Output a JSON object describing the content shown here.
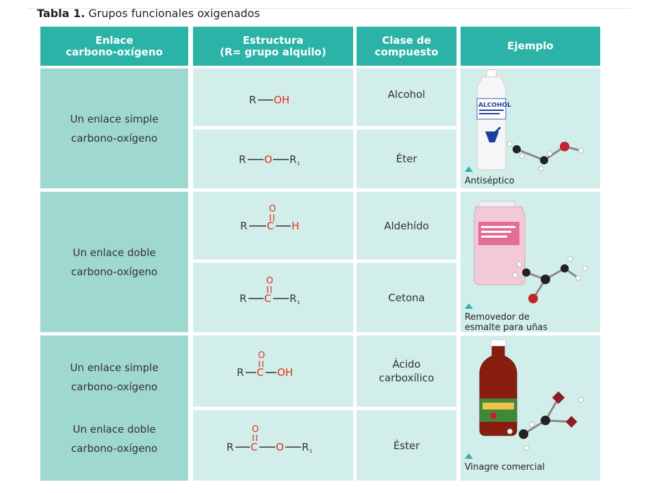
{
  "title": {
    "bold": "Tabla 1.",
    "rest": " Grupos funcionales oxigenados"
  },
  "headers": {
    "bond": [
      "Enlace",
      "carbono-oxígeno"
    ],
    "structure": [
      "Estructura",
      "(R= grupo alquilo)"
    ],
    "class": [
      "Clase de",
      "compuesto"
    ],
    "example": "Ejemplo"
  },
  "bond_types": {
    "single": [
      "Un enlace simple",
      "carbono-oxígeno"
    ],
    "double": [
      "Un enlace doble",
      "carbono-oxígeno"
    ],
    "single2": [
      "Un enlace simple",
      "carbono-oxígeno"
    ],
    "double2": [
      "Un enlace doble",
      "carbono-oxígeno"
    ]
  },
  "classes": {
    "alcohol": "Alcohol",
    "eter": "Éter",
    "aldehido": "Aldehído",
    "cetona": "Cetona",
    "acido": [
      "Ácido",
      "carboxílico"
    ],
    "ester": "Éster"
  },
  "structures": {
    "R": "R",
    "OH": "OH",
    "O": "O",
    "C": "C",
    "H": "H",
    "R1": "R",
    "sub1": "1"
  },
  "examples": {
    "alcohol_label": "ALCOHOL",
    "antiseptico": "Antiséptico",
    "removedor": [
      "Removedor de",
      "esmalte para uñas"
    ],
    "vinagre": "Vinagre comercial"
  },
  "colors": {
    "header": "#2cb3a7",
    "bond_col": "#9fd8cf",
    "light": "#d2eeea",
    "oxygen": "#e0301e"
  }
}
